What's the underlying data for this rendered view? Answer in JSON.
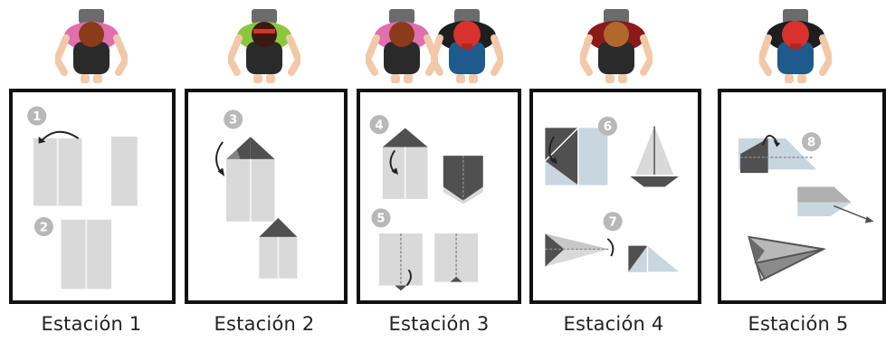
{
  "stations": [
    {
      "label": "Estación 1",
      "steps": [
        "1",
        "2"
      ]
    },
    {
      "label": "Estación 2",
      "steps": [
        "3"
      ]
    },
    {
      "label": "Estación 3",
      "steps": [
        "4",
        "5"
      ]
    },
    {
      "label": "Estación 4",
      "steps": [
        "6",
        "7"
      ]
    },
    {
      "label": "Estación 5",
      "steps": [
        "8"
      ]
    }
  ],
  "colors": {
    "paper": "#d9d9d9",
    "paper_dark": "#505050",
    "paper_light_blue": "#c8d6e0",
    "badge": "#b8b8b8",
    "border": "#111111",
    "skin": "#f1c9a8",
    "shirt_pink": "#e06fb0",
    "shirt_green": "#8cc63f",
    "shirt_maroon": "#8b1a1a",
    "shirt_black": "#1e1e1e",
    "pants_blue": "#1f5a8c",
    "pants_dark": "#2a2a2a",
    "hair_brown": "#7a3b1a",
    "cap_red": "#d9312b"
  }
}
